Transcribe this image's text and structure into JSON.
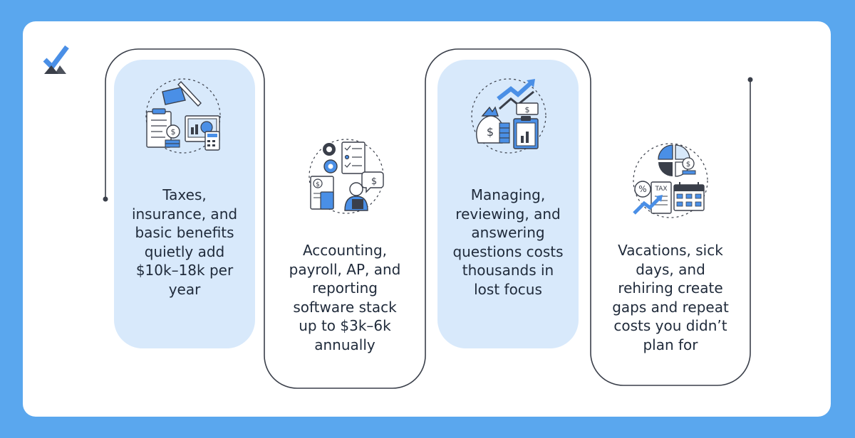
{
  "steps": [
    {
      "text": "Taxes,\ninsurance, and\nbasic benefits\nquietly add\n$10k–18k per\nyear"
    },
    {
      "text": "Accounting,\npayroll, AP, and\nreporting\nsoftware stack\nup to $3k–6k\nannually"
    },
    {
      "text": "Managing,\nreviewing, and\nanswering\nquestions costs\nthousands in\nlost focus"
    },
    {
      "text": "Vacations, sick\ndays, and\nrehiring create\ngaps and repeat\ncosts you didn’t\nplan for"
    }
  ],
  "icons": {
    "step1": "Accounting-documents-icon",
    "step2": "Finance-team-settings-icon",
    "step3": "Money-growth-clipboard-icon",
    "step4": "Tax-calendar-chart-icon"
  },
  "icon_labels": {
    "dollar": "$",
    "percent": "%",
    "tax": "TAX"
  },
  "colors": {
    "background": "#5aa7ee",
    "panel": "#ffffff",
    "card_fill": "#d8e9fb",
    "outline": "#3a3f4a",
    "accent": "#4a8fe6",
    "text": "#1f2a3a"
  }
}
